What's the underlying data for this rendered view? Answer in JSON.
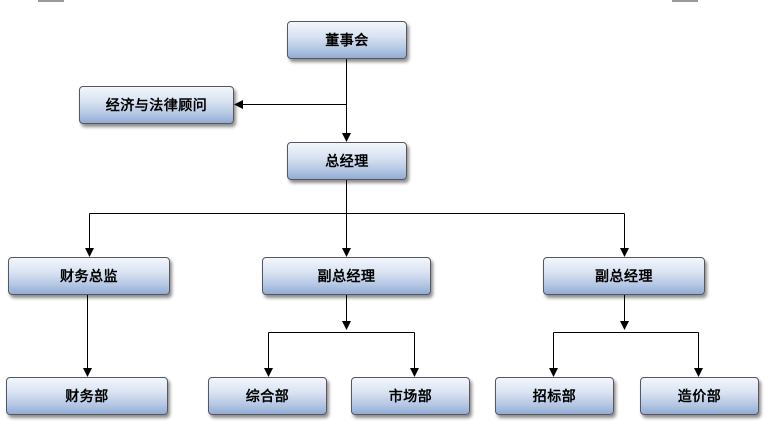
{
  "org_chart": {
    "board": "董事会",
    "advisor": "经济与法律顾问",
    "general_manager": "总经理",
    "cfo": "财务总监",
    "deputy_gm_1": "副总经理",
    "deputy_gm_2": "副总经理",
    "finance_dept": "财务部",
    "general_dept": "综合部",
    "market_dept": "市场部",
    "bidding_dept": "招标部",
    "cost_dept": "造价部"
  },
  "colors": {
    "box_top": "#f2f6fc",
    "box_bottom": "#93acd6",
    "box_border": "#55565e",
    "line": "#000000"
  }
}
